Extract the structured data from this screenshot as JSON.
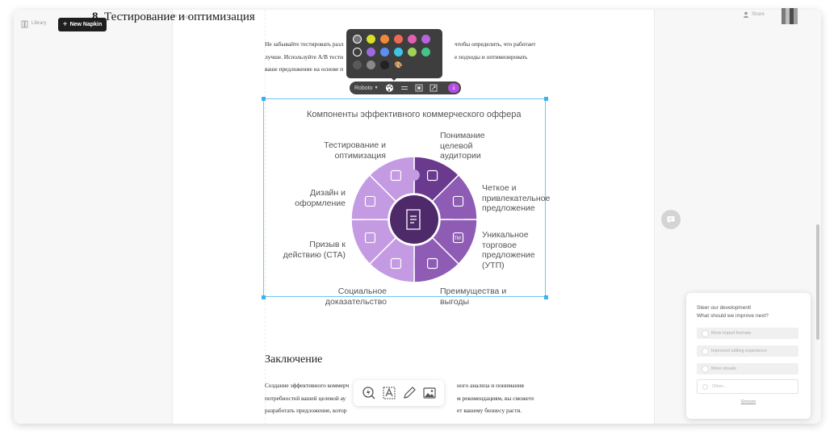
{
  "sidebar": {
    "library_label": "Library",
    "new_button_label": "New Napkin"
  },
  "toolbar": {
    "undo_label": "Undo",
    "share_label": "Share"
  },
  "document": {
    "heading_number": "8.",
    "heading_text": "Тестирование и оптимизация",
    "para1_lines": [
      "Не забывайте тестировать разл",
      "лучше. Используйте A/B тести",
      "ваше предложение на основе п"
    ],
    "para1_right_lines": [
      "чтобы определить, что работает",
      "е подходы и оптимизировать",
      ""
    ],
    "conclusion_title": "Заключение",
    "para2_lines": [
      "Создание эффективного коммерч",
      "потребностей вашей целевой ау",
      "разработать предложение, котор"
    ],
    "para2_right_lines": [
      "ного анализа и понимания",
      "м рекомендациям, вы сможете",
      "ет вашему бизнесу расти."
    ]
  },
  "format_bar": {
    "font_label": "Roboto"
  },
  "palette": {
    "rows": [
      [
        "#777777",
        "#d7e12a",
        "#ef8a3c",
        "#ef6a55",
        "#e25fb3",
        "#b565e0"
      ],
      [
        "#3e3e3e",
        "#9b6adc",
        "#5c8ef0",
        "#3cc6e6",
        "#9ed35a",
        "#44c28c"
      ],
      [
        "#5a5a5a",
        "#8a8a8a",
        "#222222",
        "#ffffff"
      ]
    ]
  },
  "visual": {
    "title": "Компоненты эффективного коммерческого оффера",
    "labels": {
      "testing": [
        "Тестирование и",
        "оптимизация"
      ],
      "understanding": [
        "Понимание",
        "целевой",
        "аудитории"
      ],
      "clear": [
        "Четкое и",
        "привлекательное",
        "предложение"
      ],
      "usp": [
        "Уникальное",
        "торговое",
        "предложение",
        "(УТП)"
      ],
      "benefits": [
        "Преимущества и",
        "выгоды"
      ],
      "social": [
        "Социальное",
        "доказательство"
      ],
      "cta": [
        "Призыв к",
        "действию (CTA)"
      ],
      "design": [
        "Дизайн и",
        "оформление"
      ]
    },
    "colors": {
      "dark": "#6a3a8e",
      "mid": "#8e5bb5",
      "light": "#c49be3",
      "center": "#4e2a6a"
    },
    "usp_badge": "TM"
  },
  "feedback": {
    "title_line1": "Steer our development!",
    "title_line2": "What should we improve next?",
    "options": [
      "More import formats",
      "Improved editing experience",
      "More visuals"
    ],
    "other_placeholder": "Other...",
    "snooze_label": "Snooze"
  }
}
